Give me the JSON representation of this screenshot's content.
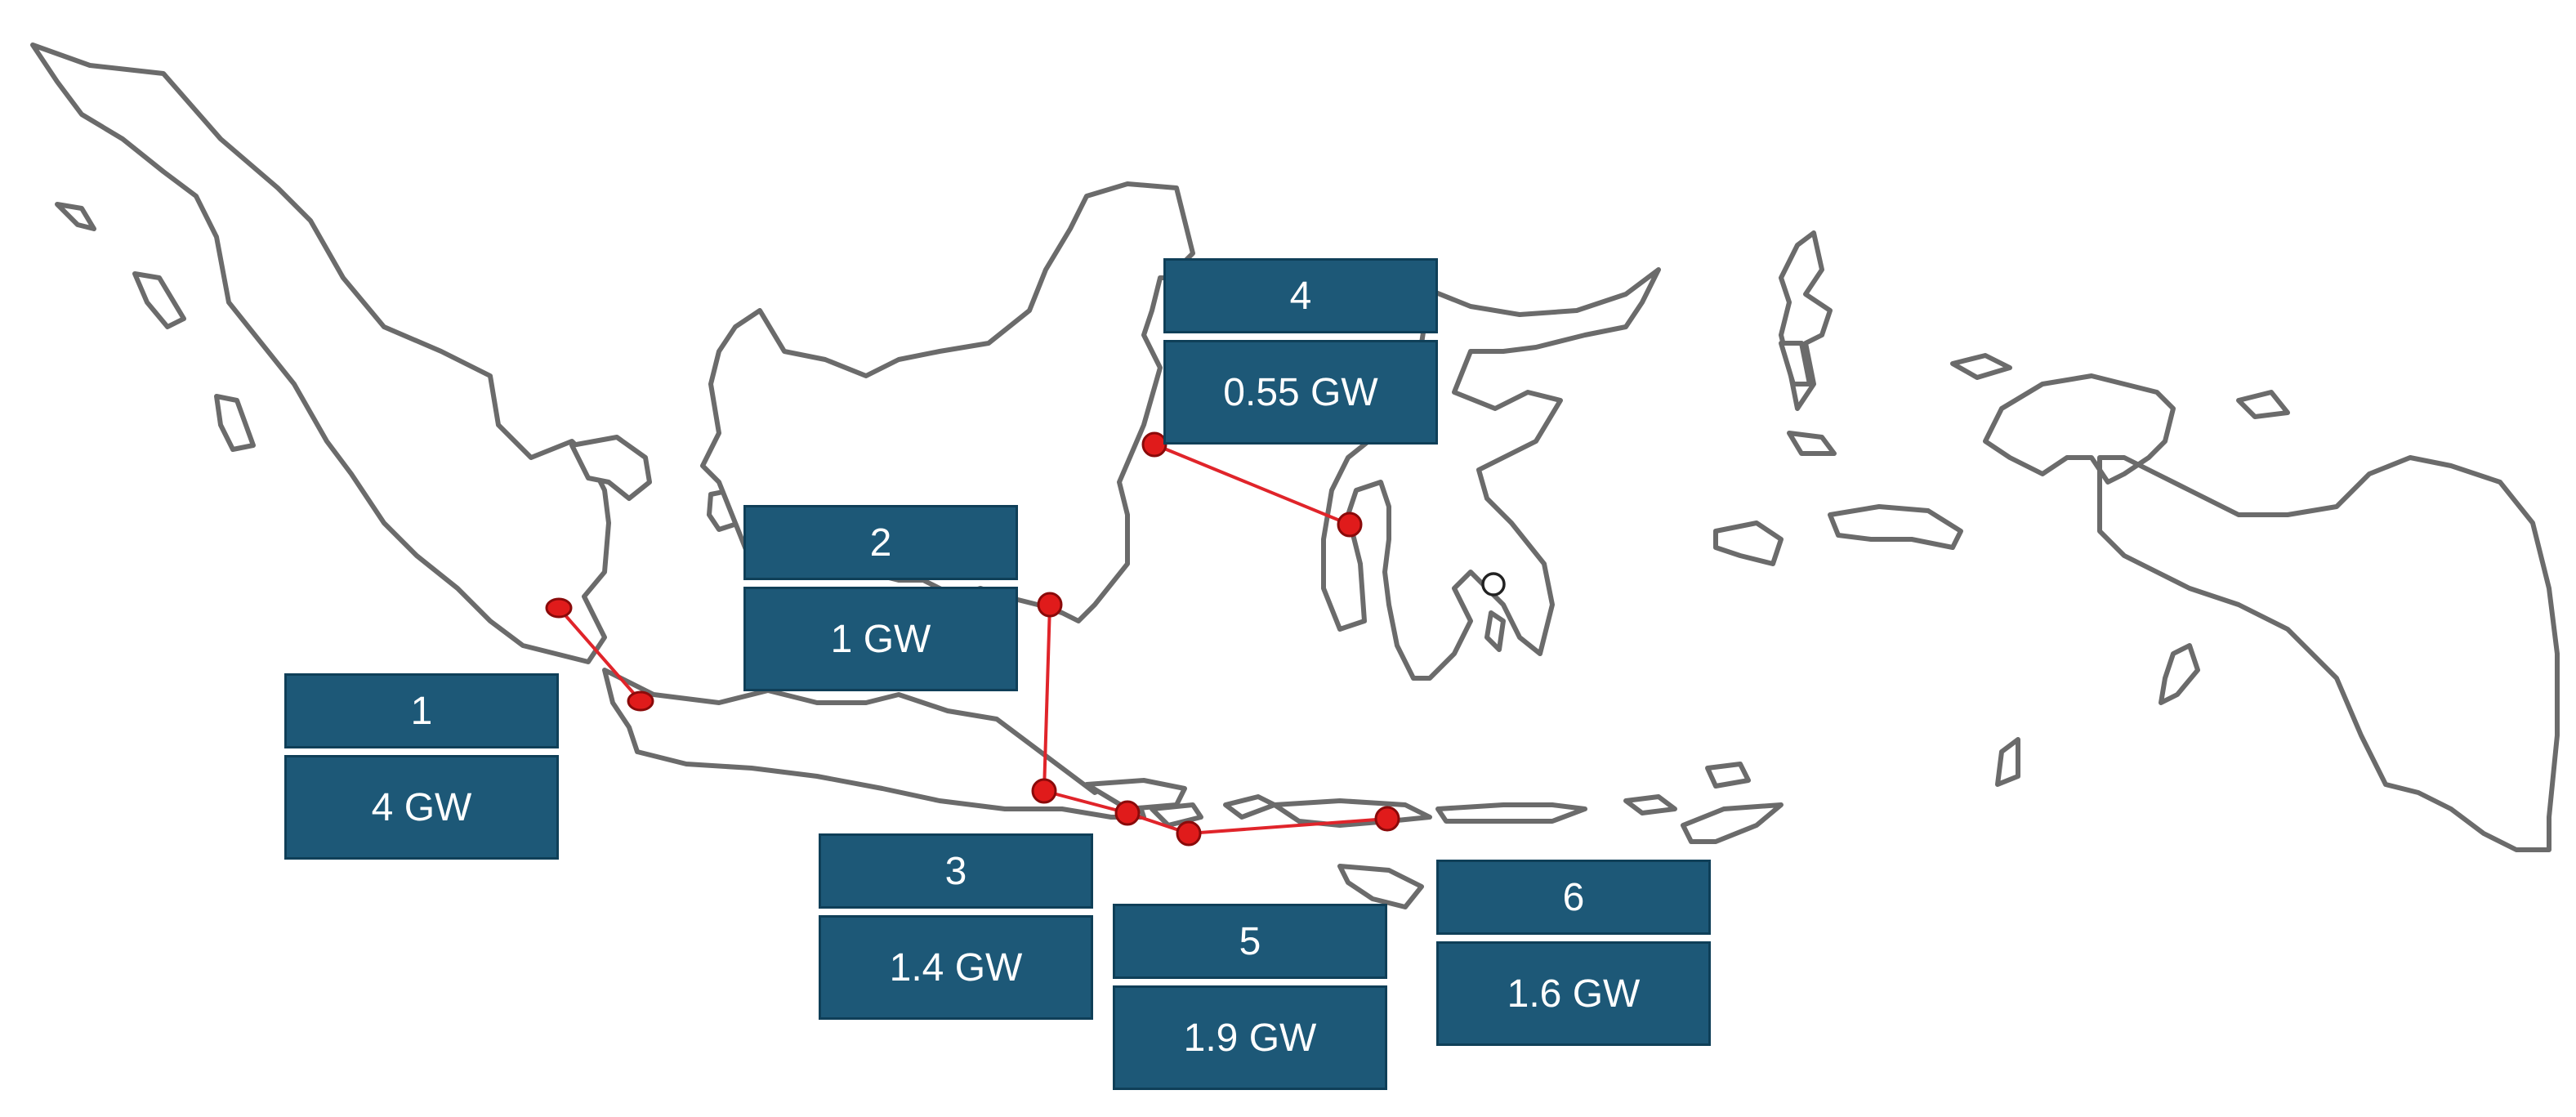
{
  "colors": {
    "label_box": "#1d5877",
    "coastline": "#6b6b6b",
    "connection": "#e0242a",
    "node": "#e01b1b"
  },
  "sites": [
    {
      "id": "1",
      "capacity": "4 GW"
    },
    {
      "id": "2",
      "capacity": "1 GW"
    },
    {
      "id": "3",
      "capacity": "1.4 GW"
    },
    {
      "id": "4",
      "capacity": "0.55 GW"
    },
    {
      "id": "5",
      "capacity": "1.9 GW"
    },
    {
      "id": "6",
      "capacity": "1.6 GW"
    }
  ]
}
